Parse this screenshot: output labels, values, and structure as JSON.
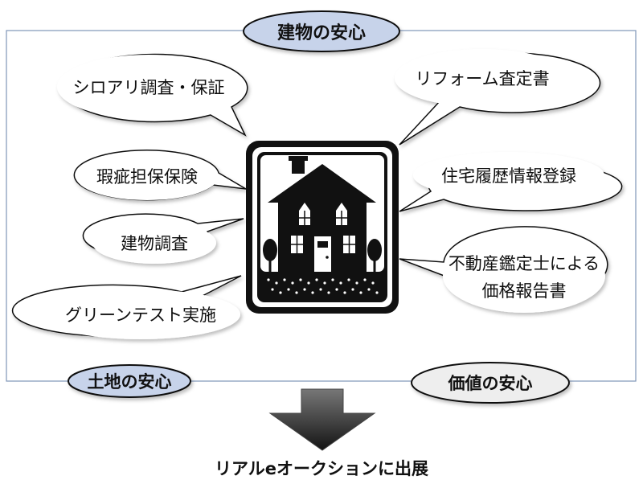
{
  "header_bubble": "建物の安心",
  "left_bubbles": [
    {
      "text": "シロアリ調査・保証"
    },
    {
      "text": "瑕疵担保保険"
    },
    {
      "text": "建物調査"
    },
    {
      "text": "グリーンテスト実施"
    }
  ],
  "right_bubbles": [
    {
      "text": "リフォーム査定書"
    },
    {
      "text": "住宅履歴情報登録"
    },
    {
      "text": "不動産鑑定士による",
      "text2": "価格報告書"
    }
  ],
  "bottom_left_bubble": "土地の安心",
  "bottom_right_bubble": "価値の安心",
  "bottom_caption": "リアルeオークションに出展",
  "center_icon": "house-icon",
  "colors": {
    "frame_line": "#7f96b8",
    "blue_fill": "#c7d3ea",
    "dark": "#111111",
    "arrow_top": "#6b6b6b",
    "arrow_bottom": "#1a1a1a"
  }
}
